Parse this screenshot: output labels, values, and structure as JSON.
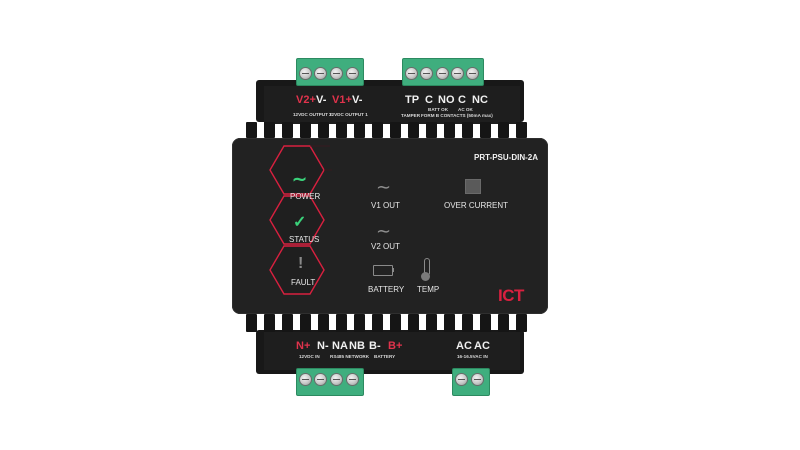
{
  "device": {
    "model": "PRT-PSU-DIN-2A",
    "brand": "ICT",
    "top_terminals_left": [
      "V2+",
      "V-",
      "V1+",
      "V-"
    ],
    "top_terminals_right": [
      "TP",
      "C",
      "NO",
      "C",
      "NC"
    ],
    "top_captions": {
      "output2": "12VDC OUTPUT 2",
      "output1": "12VDC OUTPUT 1",
      "tamper": "TAMPER",
      "batt_ok": "BATT OK",
      "ac_ok": "AC OK",
      "form_b": "FORM B CONTACTS (50mA max)"
    },
    "bottom_terminals_left": [
      "N+",
      "N-",
      "NA",
      "NB",
      "B-",
      "B+"
    ],
    "bottom_terminals_right": [
      "AC",
      "AC"
    ],
    "bottom_captions": {
      "vdc_in": "12VDC IN",
      "rs485": "RS485 NETWORK",
      "battery": "BATTERY",
      "ac_in": "16-16.5VAC IN"
    },
    "hex_indicators": [
      {
        "label": "POWER",
        "symbol": "~"
      },
      {
        "label": "STATUS",
        "symbol": "✓"
      },
      {
        "label": "FAULT",
        "symbol": "!"
      }
    ],
    "status": {
      "v1_out": "V1 OUT",
      "v2_out": "V2 OUT",
      "over_current": "OVER CURRENT",
      "battery": "BATTERY",
      "temp": "TEMP"
    },
    "colors": {
      "housing": "#1c1c1c",
      "panel": "#232323",
      "terminal_green": "#3fae7e",
      "accent_red": "#d8203f",
      "indicator_green": "#3ad17a"
    }
  }
}
